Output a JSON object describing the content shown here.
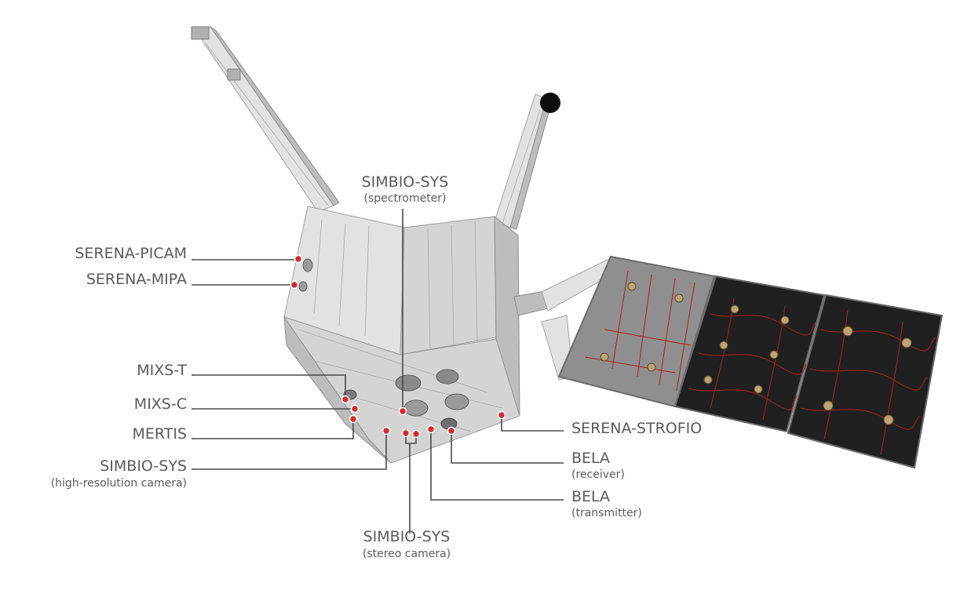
{
  "diagram": {
    "labels": {
      "serena_picam": "SERENA-PICAM",
      "serena_mipa": "SERENA-MIPA",
      "mixs_t": "MIXS-T",
      "mixs_c": "MIXS-C",
      "mertis": "MERTIS",
      "simbio_hrc_name": "SIMBIO-SYS",
      "simbio_hrc_sub": "(high-resolution camera)",
      "simbio_spec_name": "SIMBIO-SYS",
      "simbio_spec_sub": "(spectrometer)",
      "simbio_stereo_name": "SIMBIO-SYS",
      "simbio_stereo_sub": "(stereo camera)",
      "serena_strofio": "SERENA-STROFIO",
      "bela_rx_name": "BELA",
      "bela_rx_sub": "(receiver)",
      "bela_tx_name": "BELA",
      "bela_tx_sub": "(transmitter)"
    },
    "colors": {
      "marker": "#d42a2a",
      "leader": "#4a4a4a",
      "text": "#5a5a5a",
      "panel": "#202020",
      "circuit": "#a8221c"
    }
  }
}
